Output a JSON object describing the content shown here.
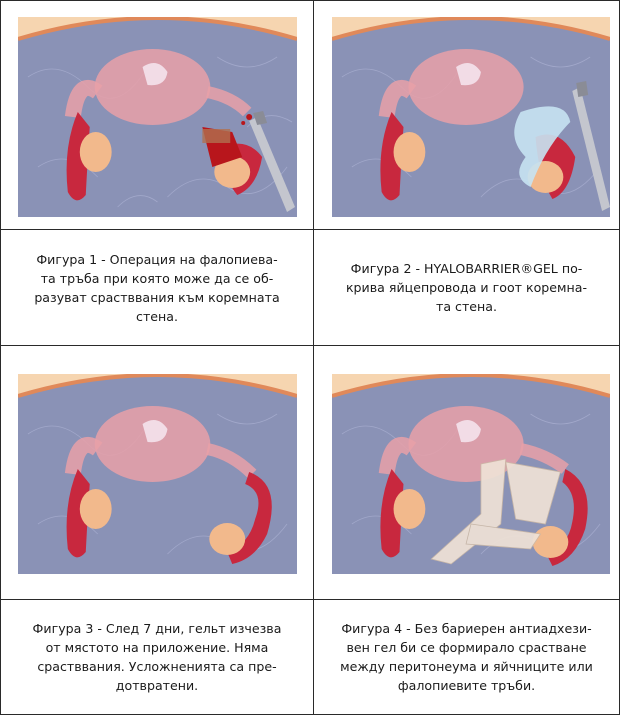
{
  "figures": [
    {
      "id": 1,
      "illustration": "fallopian-tube-surgery-bleeding",
      "caption_lines": [
        "Фигура 1 - Операция на фалопиева-",
        "та тръба при която може да се об-",
        "разуват срастввания към коремната",
        "стена."
      ]
    },
    {
      "id": 2,
      "illustration": "gel-application-covering-tube",
      "caption_lines": [
        "Фигура 2 - HYALOBARRIER®GEL по-",
        "крива  яйцепровода и гоот коремна-",
        "та стена."
      ]
    },
    {
      "id": 3,
      "illustration": "gel-disappears-no-adhesions",
      "caption_lines": [
        "Фигура 3 - След 7 дни, гельт изчезва",
        "от мястото на приложение. Няма",
        "срастввания. Усложненията са пре-",
        "дотвратени."
      ]
    },
    {
      "id": 4,
      "illustration": "adhesions-formed-without-barrier",
      "caption_lines": [
        "Фигура 4 - Без бариерен антиадхези-",
        "вен гел би се формирало срастване",
        "между перитонеума и яйчниците или",
        "фалопиевите тръби."
      ]
    }
  ]
}
